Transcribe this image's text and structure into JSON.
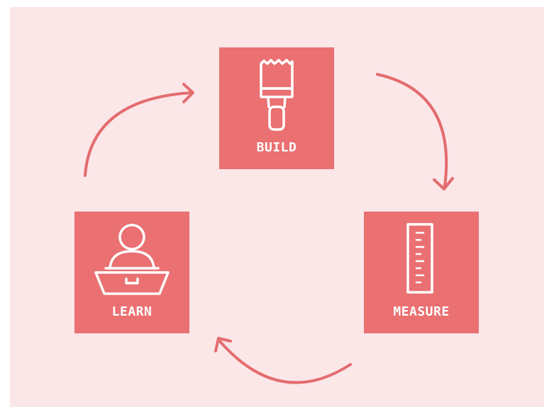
{
  "diagram": {
    "nodes": {
      "build": {
        "label": "BUILD",
        "icon": "paintbrush-icon"
      },
      "measure": {
        "label": "MEASURE",
        "icon": "ruler-icon"
      },
      "learn": {
        "label": "LEARN",
        "icon": "person-at-laptop-icon"
      }
    },
    "flow": [
      "build",
      "measure",
      "learn"
    ],
    "colors": {
      "background": "#fbe6e8",
      "box": "#ea7072",
      "arrow": "#e46c6e",
      "icon": "#ffffff"
    }
  }
}
